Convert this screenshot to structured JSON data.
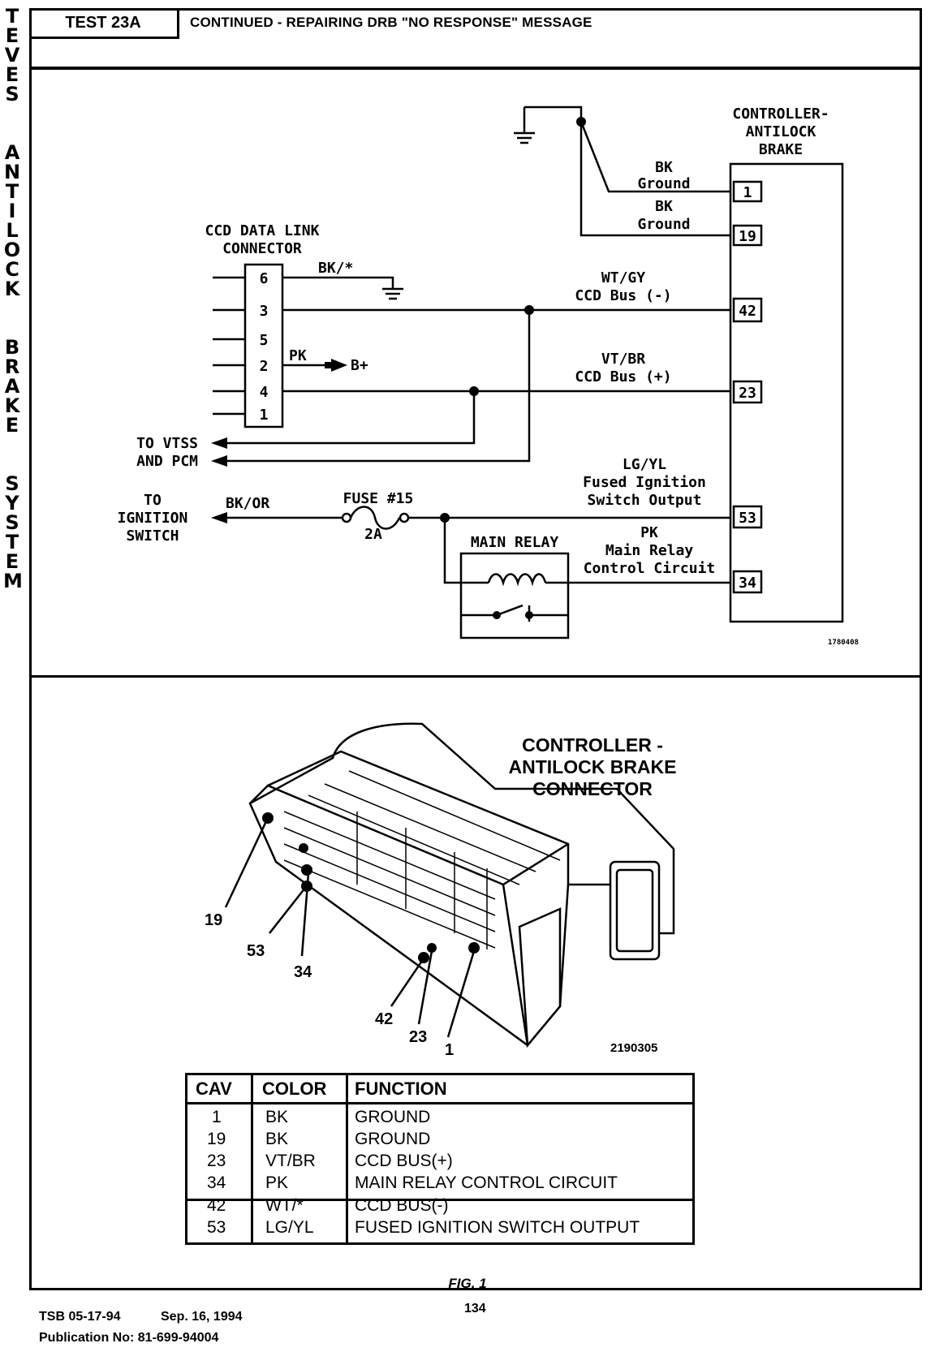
{
  "side_title": {
    "column1": [
      "T",
      "E",
      "V",
      "E",
      "S"
    ],
    "column2": [
      "A",
      "N",
      "T",
      "I",
      "L",
      "O",
      "C",
      "K"
    ],
    "column3": [
      "B",
      "R",
      "A",
      "K",
      "E"
    ],
    "column4": [
      "S",
      "Y",
      "S",
      "T",
      "E",
      "M"
    ]
  },
  "header": {
    "test_label": "TEST 23A",
    "title": "CONTINUED - REPAIRING DRB \"NO RESPONSE\" MESSAGE"
  },
  "schematic": {
    "controller_title": [
      "CONTROLLER-",
      "ANTILOCK",
      "BRAKE"
    ],
    "dlc_title": [
      "CCD DATA LINK",
      "CONNECTOR"
    ],
    "dlc_pins": [
      "6",
      "3",
      "5",
      "2",
      "4",
      "1"
    ],
    "wire_6": "BK/*",
    "wire_2": "PK",
    "b_plus": "B+",
    "to_vtss": [
      "TO VTSS",
      "AND PCM"
    ],
    "to_ignition": [
      "TO",
      "IGNITION",
      "SWITCH"
    ],
    "wire_ign": "BK/OR",
    "fuse_label": "FUSE #15",
    "fuse_rating": "2A",
    "main_relay_label": "MAIN RELAY",
    "pin_1": {
      "number": "1",
      "color": "BK",
      "function": "Ground"
    },
    "pin_19": {
      "number": "19",
      "color": "BK",
      "function": "Ground"
    },
    "pin_42": {
      "number": "42",
      "color": "WT/GY",
      "function": "CCD Bus (-)"
    },
    "pin_23": {
      "number": "23",
      "color": "VT/BR",
      "function": "CCD Bus (+)"
    },
    "pin_53": {
      "number": "53",
      "color": "LG/YL",
      "function1": "Fused Ignition",
      "function2": "Switch Output"
    },
    "pin_34": {
      "number": "34",
      "color": "PK",
      "function1": "Main Relay",
      "function2": "Control Circuit"
    },
    "figure_number": "1780408"
  },
  "connector_view": {
    "title": [
      "CONTROLLER -",
      "ANTILOCK BRAKE",
      "CONNECTOR"
    ],
    "callouts": [
      "19",
      "53",
      "34",
      "42",
      "23",
      "1"
    ],
    "figure_number": "2190305"
  },
  "cav_table": {
    "headers": [
      "CAV",
      "COLOR",
      "FUNCTION"
    ],
    "rows": [
      [
        "1",
        "BK",
        "GROUND"
      ],
      [
        "19",
        "BK",
        "GROUND"
      ],
      [
        "23",
        "VT/BR",
        "CCD BUS(+)"
      ],
      [
        "34",
        "PK",
        "MAIN RELAY CONTROL CIRCUIT"
      ],
      [
        "42",
        "WT/*",
        "CCD BUS(-)"
      ],
      [
        "53",
        "LG/YL",
        "FUSED IGNITION SWITCH OUTPUT"
      ]
    ]
  },
  "fig_caption": "FIG. 1",
  "footer": {
    "tsb": "TSB 05-17-94",
    "date": "Sep. 16, 1994",
    "publication": "Publication No: 81-699-94004",
    "page_number": "134"
  }
}
